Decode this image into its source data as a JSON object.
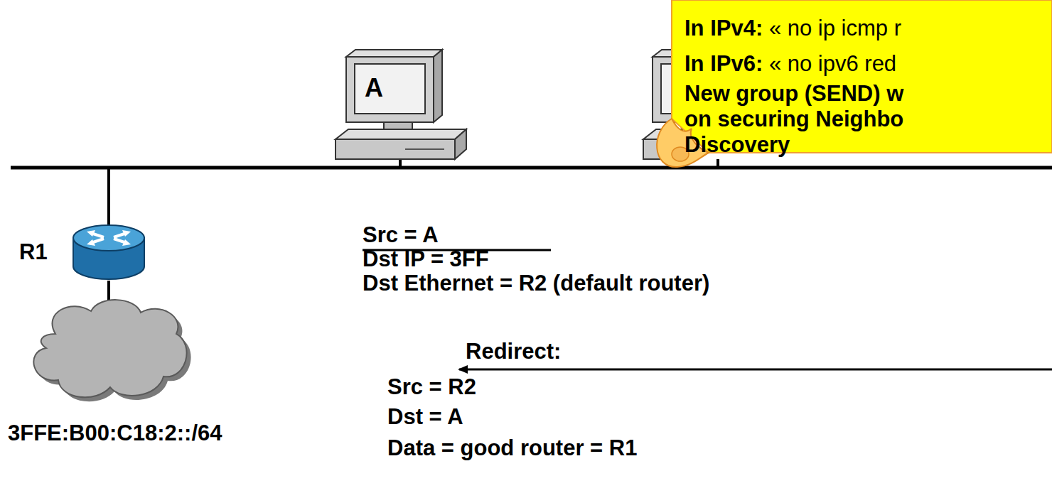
{
  "diagram": {
    "nodes": [
      {
        "text": [
          "A"
        ]
      },
      {
        "text": [
          "In IPv4: « no ip icmp r",
          "In IPv6: « no ipv6 red",
          "New group (SEND) w on securing Neighbo Discovery"
        ]
      },
      {
        "text": [
          "R1"
        ]
      },
      {
        "text": [
          "3FFE:B00:C18:2::/64"
        ]
      }
    ],
    "labels": [
      "Src = A",
      "Dst IP = 3FF",
      "Dst Ethernet  = R2 (default router)",
      "Redirect:",
      "Src = R2",
      "Dst = A",
      "Data = good router = R1"
    ]
  }
}
